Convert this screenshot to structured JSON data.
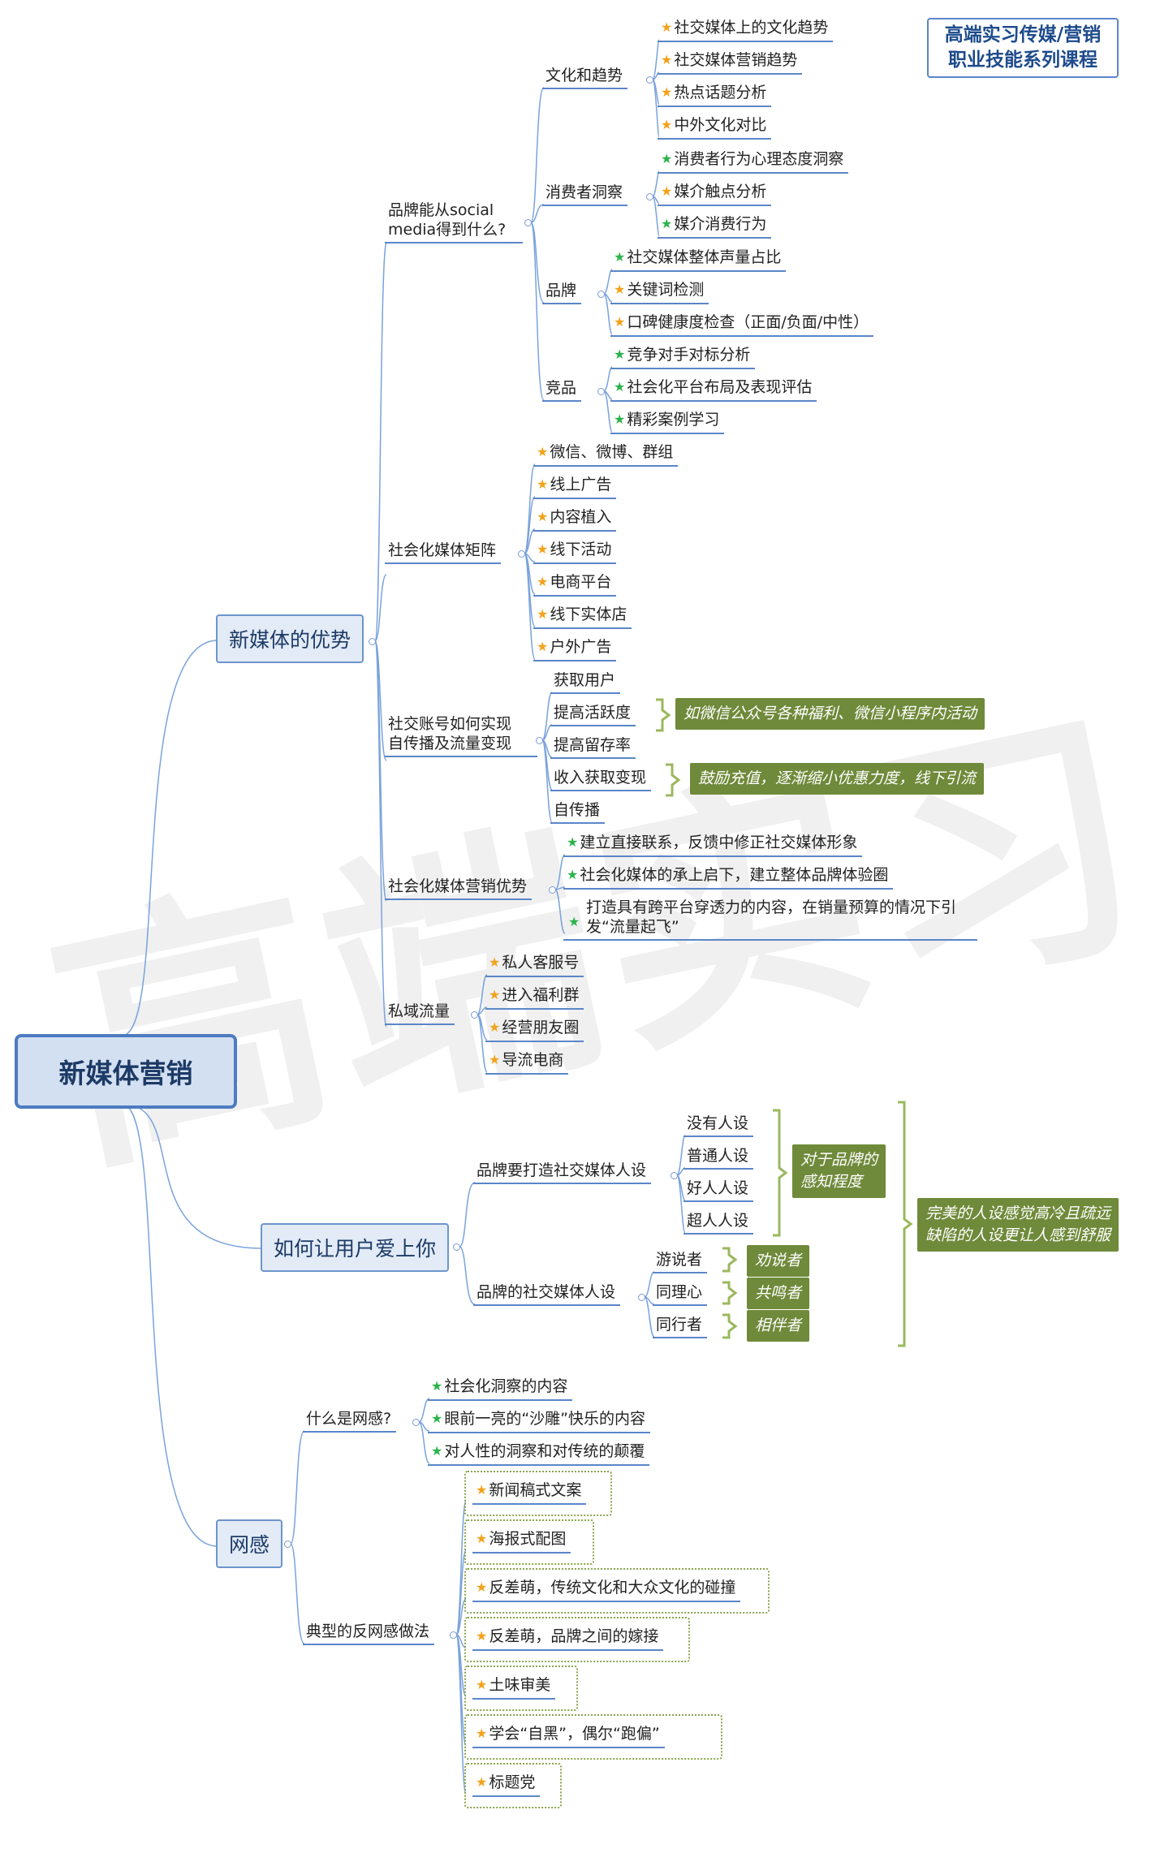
{
  "title_box": {
    "line1": "高端实习传媒/营销",
    "line2": "职业技能系列课程"
  },
  "watermark": "高端实习",
  "root": "新媒体营销",
  "branch1": {
    "label": "新媒体的优势",
    "brand_gain": {
      "label_line1": "品牌能从social",
      "label_line2": "media得到什么?",
      "culture": {
        "label": "文化和趋势",
        "items": [
          "社交媒体上的文化趋势",
          "社交媒体营销趋势",
          "热点话题分析",
          "中外文化对比"
        ]
      },
      "consumer": {
        "label": "消费者洞察",
        "items": [
          "消费者行为心理态度洞察",
          "媒介触点分析",
          "媒介消费行为"
        ]
      },
      "brand": {
        "label": "品牌",
        "items": [
          "社交媒体整体声量占比",
          "关键词检测",
          "口碑健康度检查（正面/负面/中性）"
        ]
      },
      "competitor": {
        "label": "竞品",
        "items": [
          "竞争对手对标分析",
          "社会化平台布局及表现评估",
          "精彩案例学习"
        ]
      }
    },
    "matrix": {
      "label": "社会化媒体矩阵",
      "items": [
        "微信、微博、群组",
        "线上广告",
        "内容植入",
        "线下活动",
        "电商平台",
        "线下实体店",
        "户外广告"
      ]
    },
    "self_spread": {
      "label_line1": "社交账号如何实现",
      "label_line2": "自传播及流量变现",
      "items": [
        "获取用户",
        "提高活跃度",
        "提高留存率",
        "收入获取变现",
        "自传播"
      ],
      "note1": "如微信公众号各种福利、微信小程序内活动",
      "note2": "鼓励充值，逐渐缩小优惠力度，线下引流"
    },
    "advantage": {
      "label": "社会化媒体营销优势",
      "items": [
        "建立直接联系，反馈中修正社交媒体形象",
        "社会化媒体的承上启下，建立整体品牌体验圈"
      ],
      "item3_line1": "打造具有跨平台穿透力的内容，在销量预算的情况下引",
      "item3_line2": "发“流量起飞”"
    },
    "private": {
      "label": "私域流量",
      "items": [
        "私人客服号",
        "进入福利群",
        "经营朋友圈",
        "导流电商"
      ]
    }
  },
  "branch2": {
    "label": "如何让用户爱上你",
    "persona": {
      "label": "品牌要打造社交媒体人设",
      "items": [
        "没有人设",
        "普通人设",
        "好人人设",
        "超人人设"
      ],
      "note_line1": "对于品牌的",
      "note_line2": "感知程度"
    },
    "persona2": {
      "label": "品牌的社交媒体人设",
      "items": [
        "游说者",
        "同理心",
        "同行者"
      ],
      "notes": [
        "劝说者",
        "共鸣者",
        "相伴者"
      ]
    },
    "summary_line1": "完美的人设感觉高冷且疏远",
    "summary_line2": "缺陷的人设更让人感到舒服"
  },
  "branch3": {
    "label": "网感",
    "what": {
      "label": "什么是网感?",
      "items": [
        "社会化洞察的内容",
        "眼前一亮的“沙雕”快乐的内容",
        "对人性的洞察和对传统的颠覆"
      ]
    },
    "typical": {
      "label": "典型的反网感做法",
      "items": [
        "新闻稿式文案",
        "海报式配图",
        "反差萌，传统文化和大众文化的碰撞",
        "反差萌，品牌之间的嫁接",
        "土味审美",
        "学会“自黑”，偶尔“跑偏”",
        "标题党"
      ]
    }
  },
  "colors": {
    "line": "#7aa3dc",
    "underline": "#5b86c9",
    "star_orange": "#f3a21b",
    "star_green": "#2bb34a",
    "note_green": "#6f8a3a"
  }
}
